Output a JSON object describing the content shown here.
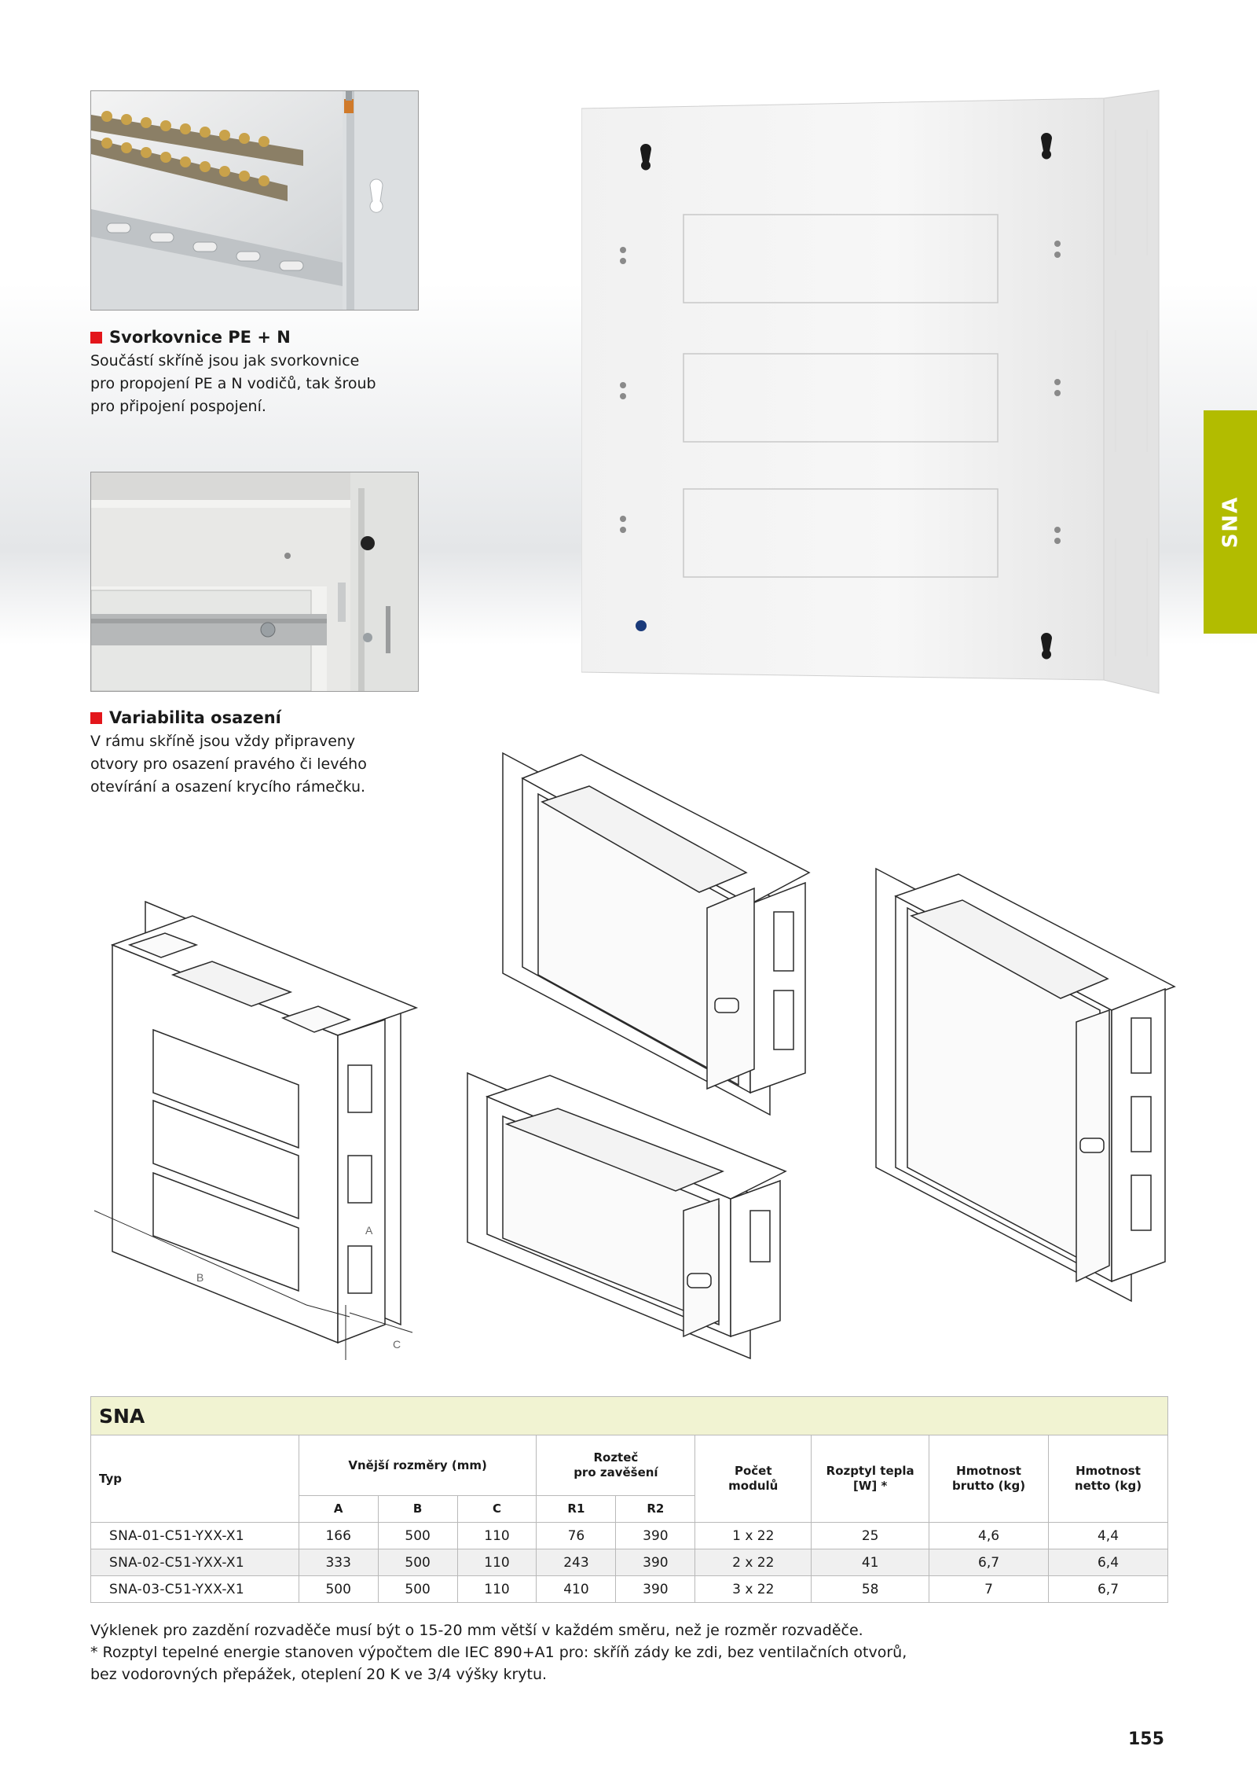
{
  "features": [
    {
      "heading": "Svorkovnice PE + N",
      "lines": [
        "Součástí skříně jsou jak svorkovnice",
        "pro propojení PE a N vodičů, tak šroub",
        "pro připojení pospojení."
      ]
    },
    {
      "heading": "Variabilita osazení",
      "lines": [
        "V rámu skříně jsou vždy připraveny",
        "otvory  pro osazení pravého či levého",
        "otevírání a osazení krycího rámečku."
      ]
    }
  ],
  "side_tab": "SNA",
  "drawing_labels": {
    "dim_a": "A",
    "dim_b": "B",
    "dim_c": "C"
  },
  "table": {
    "title": "SNA",
    "headers": {
      "typ": "Typ",
      "outer_dims": "Vnější rozměry  (mm)",
      "pitch": [
        "Rozteč",
        "pro zavěšení"
      ],
      "modules": [
        "Počet",
        "modulů"
      ],
      "heat": [
        "Rozptyl tepla",
        "[W] *"
      ],
      "gross": [
        "Hmotnost",
        "brutto (kg)"
      ],
      "net": [
        "Hmotnost",
        "netto (kg)"
      ],
      "a": "A",
      "b": "B",
      "c": "C",
      "r1": "R1",
      "r2": "R2"
    },
    "rows": [
      [
        "SNA-01-C51-YXX-X1",
        "166",
        "500",
        "110",
        "76",
        "390",
        "1 x 22",
        "25",
        "4,6",
        "4,4"
      ],
      [
        "SNA-02-C51-YXX-X1",
        "333",
        "500",
        "110",
        "243",
        "390",
        "2 x 22",
        "41",
        "6,7",
        "6,4"
      ],
      [
        "SNA-03-C51-YXX-X1",
        "500",
        "500",
        "110",
        "410",
        "390",
        "3 x 22",
        "58",
        "7",
        "6,7"
      ]
    ]
  },
  "notes": [
    "Výklenek pro zazdění rozvaděče musí být o 15-20 mm větší v každém směru, než je rozměr rozvaděče.",
    "* Rozptyl tepelné energie stanoven výpočtem dle IEC 890+A1 pro: skříň zády ke zdi, bez ventilačních otvorů,",
    "bez vodorovných přepážek, oteplení 20 K ve 3/4 výšky krytu."
  ],
  "page_number": "155",
  "colors": {
    "accent_green": "#b2bc00",
    "bullet_red": "#e3161b",
    "table_title_bg": "#f1f3d2"
  }
}
